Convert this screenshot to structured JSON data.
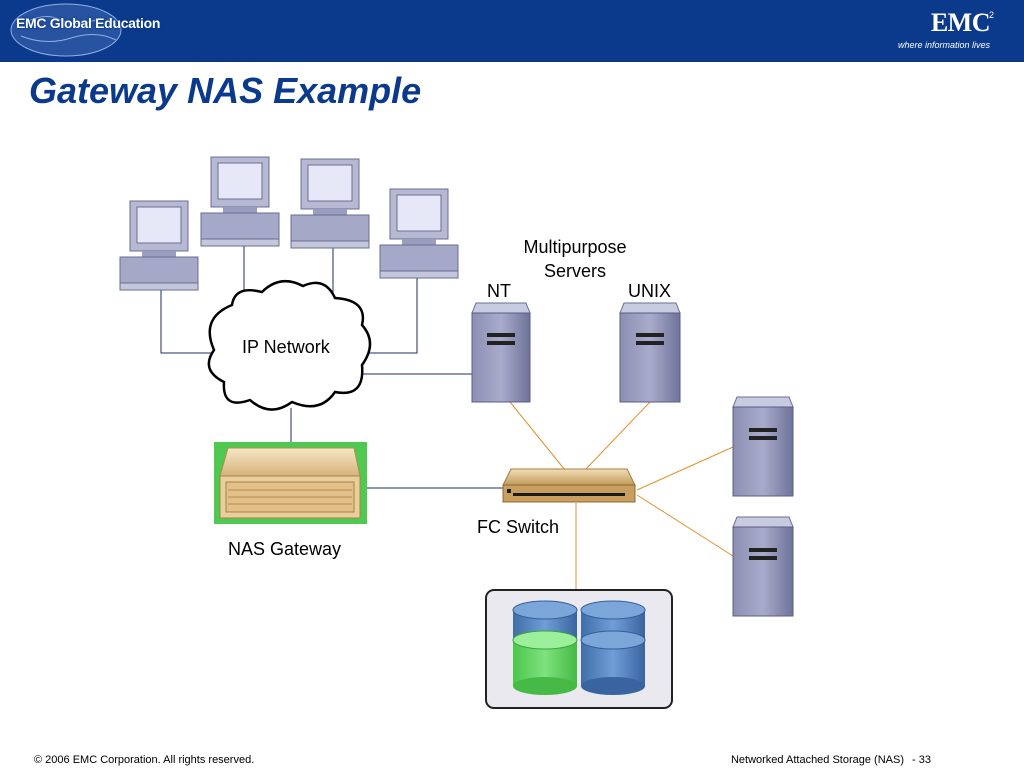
{
  "header": {
    "brand_left": "EMC Global Education",
    "logo_text": "EMC",
    "logo_superscript": "2",
    "logo_tagline": "where information lives",
    "background_color": "#0b3a8c"
  },
  "slide": {
    "title": "Gateway NAS Example"
  },
  "diagram": {
    "labels": {
      "ip_network": "IP Network",
      "multipurpose_servers": "Multipurpose Servers",
      "nt": "NT",
      "unix": "UNIX",
      "nas_gateway": "NAS Gateway",
      "fc_switch": "FC Switch"
    },
    "colors": {
      "fc_link": "#e0932d",
      "ip_link": "#1f2d6b",
      "nas_border": "#4fc94f",
      "disk_blue": "#4f7fb9",
      "disk_green": "#5fd35f"
    }
  },
  "footer": {
    "copyright": "© 2006 EMC Corporation. All rights reserved.",
    "course": "Networked Attached Storage (NAS)",
    "page": "- 33"
  }
}
